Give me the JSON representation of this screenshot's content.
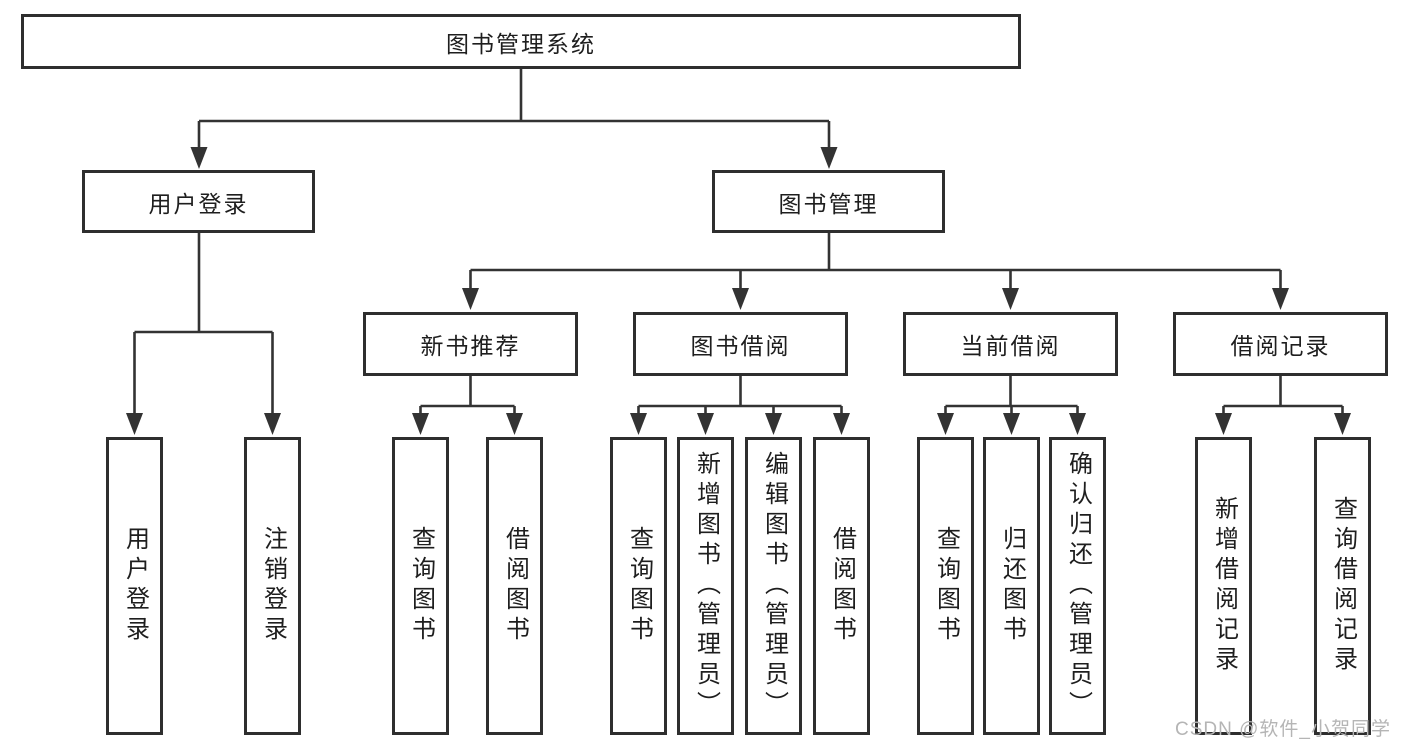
{
  "nodes": {
    "root": {
      "label": "图书管理系统"
    },
    "user_login": {
      "label": "用户登录"
    },
    "book_mgmt": {
      "label": "图书管理"
    },
    "new_books": {
      "label": "新书推荐"
    },
    "book_borrow": {
      "label": "图书借阅"
    },
    "current_borrow": {
      "label": "当前借阅"
    },
    "borrow_records": {
      "label": "借阅记录"
    },
    "leaf_user_login": {
      "label": "用户登录"
    },
    "leaf_logout": {
      "label": "注销登录"
    },
    "leaf_nb_query": {
      "label": "查询图书"
    },
    "leaf_nb_borrow": {
      "label": "借阅图书"
    },
    "leaf_bb_query": {
      "label": "查询图书"
    },
    "leaf_bb_add": {
      "label": "新增图书（管理员）"
    },
    "leaf_bb_edit": {
      "label": "编辑图书（管理员）"
    },
    "leaf_bb_borrow": {
      "label": "借阅图书"
    },
    "leaf_cb_query": {
      "label": "查询图书"
    },
    "leaf_cb_return": {
      "label": "归还图书"
    },
    "leaf_cb_confirm": {
      "label": "确认归还（管理员）"
    },
    "leaf_br_add": {
      "label": "新增借阅记录"
    },
    "leaf_br_query": {
      "label": "查询借阅记录"
    }
  },
  "hierarchy": {
    "图书管理系统": {
      "用户登录": [
        "用户登录",
        "注销登录"
      ],
      "图书管理": {
        "新书推荐": [
          "查询图书",
          "借阅图书"
        ],
        "图书借阅": [
          "查询图书",
          "新增图书（管理员）",
          "编辑图书（管理员）",
          "借阅图书"
        ],
        "当前借阅": [
          "查询图书",
          "归还图书",
          "确认归还（管理员）"
        ],
        "借阅记录": [
          "新增借阅记录",
          "查询借阅记录"
        ]
      }
    }
  },
  "watermark": "CSDN @软件_小贺同学",
  "colors": {
    "line": "#333333",
    "box_border": "#2e2e2e",
    "text": "#1e1e1e",
    "watermark": "#b5b5b5",
    "background": "#ffffff"
  }
}
